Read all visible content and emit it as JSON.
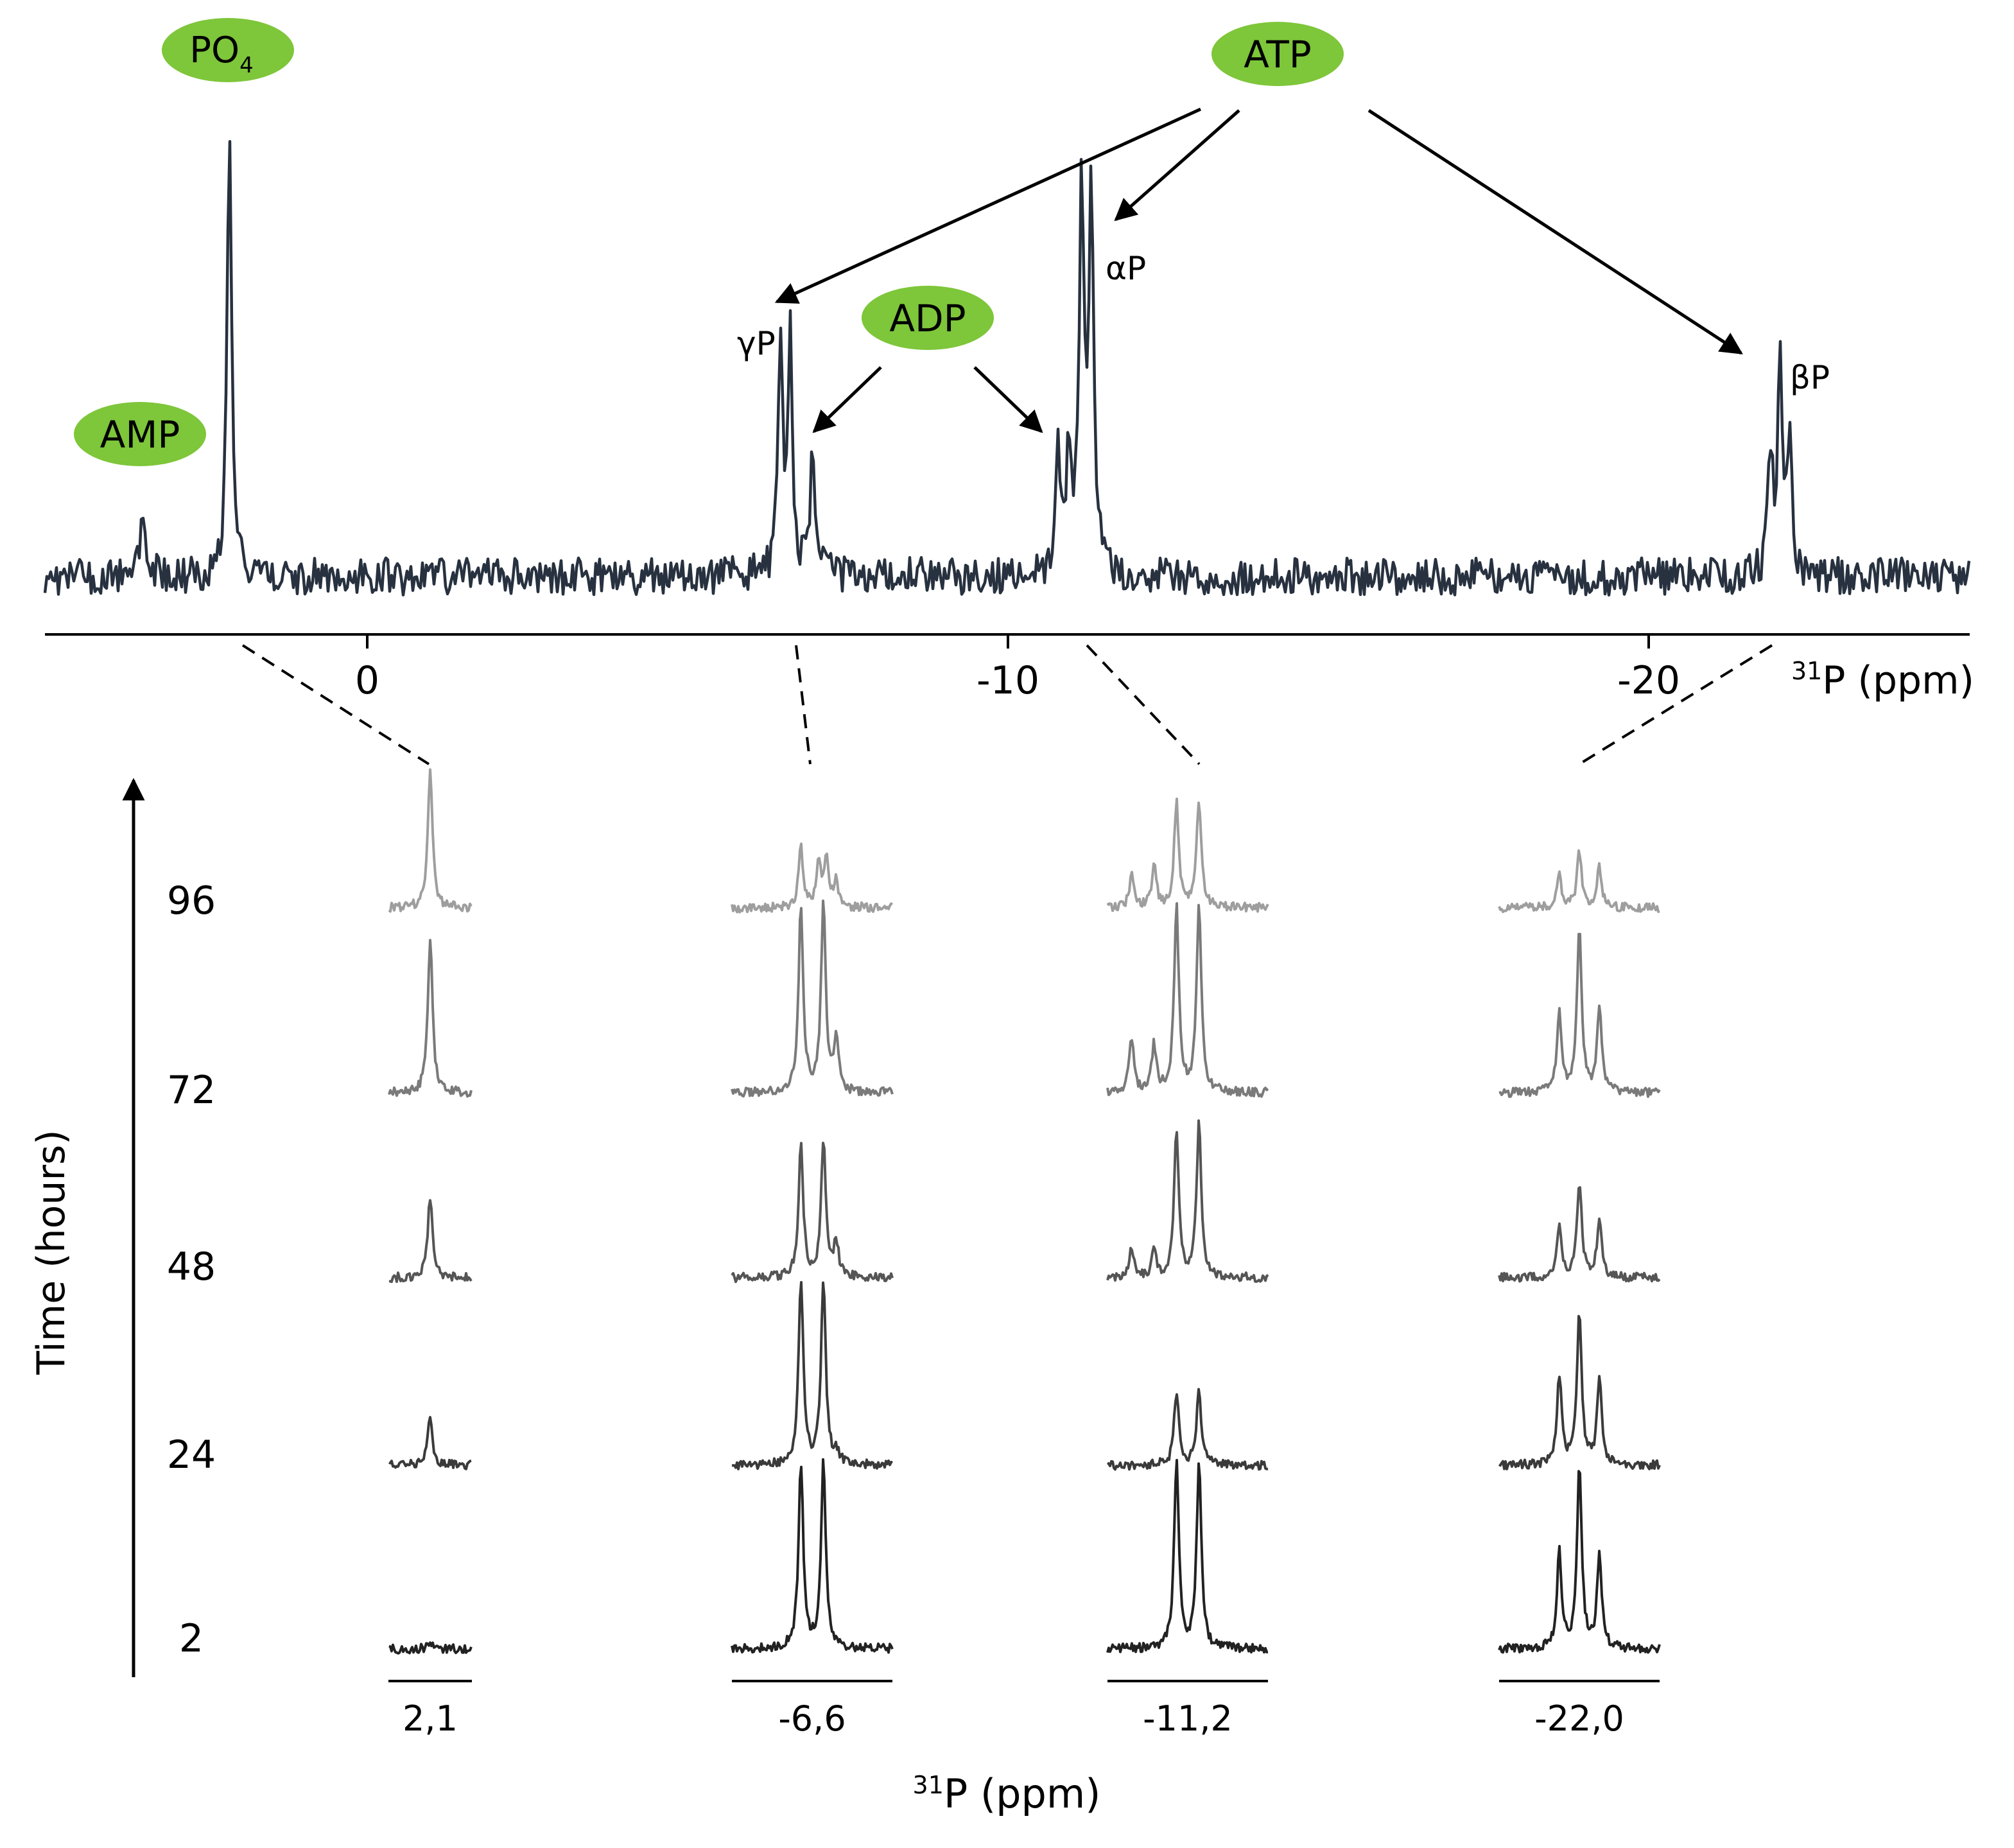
{
  "colors": {
    "spectrum": "#27313f",
    "badge": "#7ec63a",
    "ink": "#000000",
    "time_series": [
      "#222222",
      "#3a3a3a",
      "#555555",
      "#7a7a7a",
      "#9e9e9e"
    ]
  },
  "chart_data": [
    {
      "type": "line",
      "name_hint": "top-spectrum",
      "x_axis": {
        "label_prefix": "31",
        "label": "P (ppm)",
        "ticks": [
          "0",
          "-10",
          "-20"
        ],
        "tick_values": [
          0,
          -10,
          -20
        ],
        "range": [
          5,
          -25
        ],
        "reversed": true
      },
      "grid": false,
      "peak_labels": [
        {
          "text": "AMP",
          "sub": "",
          "style": "badge"
        },
        {
          "text": "PO",
          "sub": "4",
          "style": "badge"
        },
        {
          "text": "ATP",
          "sub": "",
          "style": "badge"
        },
        {
          "text": "ADP",
          "sub": "",
          "style": "badge"
        },
        {
          "text": "γP",
          "sub": "",
          "style": "plain"
        },
        {
          "text": "αP",
          "sub": "",
          "style": "plain"
        },
        {
          "text": "βP",
          "sub": "",
          "style": "plain"
        }
      ],
      "peaks": [
        {
          "ppm": 3.5,
          "height": 0.14
        },
        {
          "ppm": 2.15,
          "height": 0.83
        },
        {
          "ppm": -6.45,
          "height": 0.4
        },
        {
          "ppm": -6.6,
          "height": 0.44
        },
        {
          "ppm": -6.95,
          "height": 0.24
        },
        {
          "ppm": -10.78,
          "height": 0.22
        },
        {
          "ppm": -10.95,
          "height": 0.23
        },
        {
          "ppm": -11.15,
          "height": 0.74
        },
        {
          "ppm": -11.3,
          "height": 0.72
        },
        {
          "ppm": -21.9,
          "height": 0.22
        },
        {
          "ppm": -22.05,
          "height": 0.38
        },
        {
          "ppm": -22.2,
          "height": 0.25
        }
      ]
    },
    {
      "type": "line",
      "name_hint": "time-series-stack",
      "y_axis": {
        "label": "Time (hours)",
        "ticks": [
          "2",
          "24",
          "48",
          "72",
          "96"
        ],
        "tick_values": [
          2,
          24,
          48,
          72,
          96
        ]
      },
      "x_axis": {
        "label_prefix": "31",
        "label": "P (ppm)",
        "ticks": [
          "2,1",
          "-6,6",
          "-11,2",
          "-22,0"
        ]
      },
      "windows": [
        {
          "center_label": "2,1",
          "series": [
            {
              "time": 2,
              "peaks": [
                [
                  0,
                  0.05
                ]
              ]
            },
            {
              "time": 24,
              "peaks": [
                [
                  0,
                  0.3
                ]
              ]
            },
            {
              "time": 48,
              "peaks": [
                [
                  0,
                  0.52
                ]
              ]
            },
            {
              "time": 72,
              "peaks": [
                [
                  0,
                  1.0
                ]
              ]
            },
            {
              "time": 96,
              "peaks": [
                [
                  0,
                  0.88
                ]
              ]
            }
          ]
        },
        {
          "center_label": "-6,6",
          "series": [
            {
              "time": 2,
              "peaks": [
                [
                  -0.14,
                  1.2
                ],
                [
                  0.14,
                  1.2
                ]
              ]
            },
            {
              "time": 24,
              "peaks": [
                [
                  -0.14,
                  1.2
                ],
                [
                  0.14,
                  1.2
                ],
                [
                  0.3,
                  0.08
                ]
              ]
            },
            {
              "time": 48,
              "peaks": [
                [
                  -0.14,
                  0.85
                ],
                [
                  0.14,
                  0.88
                ],
                [
                  0.3,
                  0.22
                ]
              ]
            },
            {
              "time": 72,
              "peaks": [
                [
                  -0.14,
                  1.2
                ],
                [
                  0.14,
                  1.2
                ],
                [
                  0.3,
                  0.32
                ]
              ]
            },
            {
              "time": 96,
              "peaks": [
                [
                  -0.14,
                  0.38
                ],
                [
                  0.08,
                  0.28
                ],
                [
                  0.18,
                  0.3
                ],
                [
                  0.3,
                  0.16
                ]
              ]
            }
          ]
        },
        {
          "center_label": "-11,2",
          "series": [
            {
              "time": 2,
              "peaks": [
                [
                  -0.14,
                  1.2
                ],
                [
                  0.14,
                  1.2
                ]
              ]
            },
            {
              "time": 24,
              "peaks": [
                [
                  -0.14,
                  0.48
                ],
                [
                  0.14,
                  0.48
                ]
              ]
            },
            {
              "time": 48,
              "peaks": [
                [
                  -0.7,
                  0.2
                ],
                [
                  -0.42,
                  0.16
                ],
                [
                  -0.14,
                  0.95
                ],
                [
                  0.14,
                  1.0
                ]
              ]
            },
            {
              "time": 72,
              "peaks": [
                [
                  -0.7,
                  0.35
                ],
                [
                  -0.42,
                  0.3
                ],
                [
                  -0.14,
                  1.2
                ],
                [
                  0.14,
                  1.2
                ]
              ]
            },
            {
              "time": 96,
              "peaks": [
                [
                  -0.7,
                  0.2
                ],
                [
                  -0.42,
                  0.26
                ],
                [
                  -0.14,
                  0.68
                ],
                [
                  0.14,
                  0.7
                ]
              ]
            }
          ]
        },
        {
          "center_label": "-22,0",
          "series": [
            {
              "time": 2,
              "peaks": [
                [
                  -0.25,
                  0.62
                ],
                [
                  0,
                  1.2
                ],
                [
                  0.25,
                  0.6
                ]
              ]
            },
            {
              "time": 24,
              "peaks": [
                [
                  -0.25,
                  0.58
                ],
                [
                  0,
                  0.98
                ],
                [
                  0.25,
                  0.55
                ]
              ]
            },
            {
              "time": 48,
              "peaks": [
                [
                  -0.25,
                  0.33
                ],
                [
                  0,
                  0.62
                ],
                [
                  0.25,
                  0.38
                ]
              ]
            },
            {
              "time": 72,
              "peaks": [
                [
                  -0.25,
                  0.52
                ],
                [
                  0,
                  1.05
                ],
                [
                  0.25,
                  0.52
                ]
              ]
            },
            {
              "time": 96,
              "peaks": [
                [
                  -0.25,
                  0.2
                ],
                [
                  0,
                  0.36
                ],
                [
                  0.25,
                  0.26
                ]
              ]
            }
          ]
        }
      ]
    }
  ]
}
